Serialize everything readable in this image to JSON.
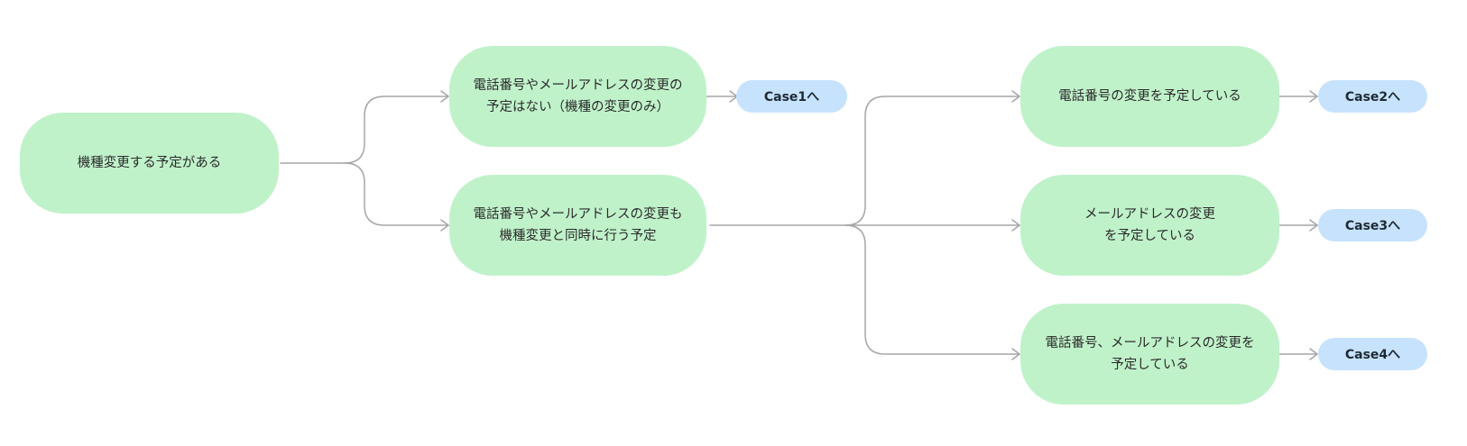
{
  "colors": {
    "node_fill": "#c0f2ca",
    "case_fill": "#c6e2fd",
    "connector": "#a6a6a6"
  },
  "nodes": {
    "root": "機種変更する予定がある",
    "no_change": "電話番号やメールアドレスの変更の\n予定はない（機種の変更のみ）",
    "with_change": "電話番号やメールアドレスの変更も\n機種変更と同時に行う予定",
    "phone_change": "電話番号の変更を予定している",
    "email_change": "メールアドレスの変更\nを予定している",
    "both_change": "電話番号、メールアドレスの変更を\n予定している"
  },
  "cases": {
    "case1": "Case1へ",
    "case2": "Case2へ",
    "case3": "Case3へ",
    "case4": "Case4へ"
  }
}
